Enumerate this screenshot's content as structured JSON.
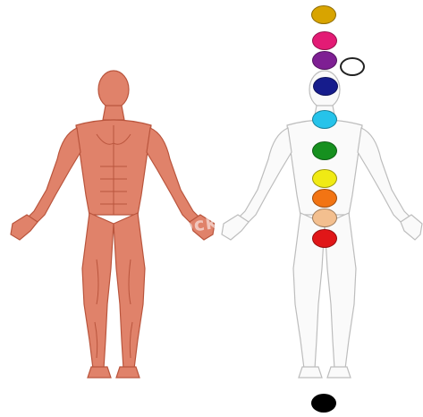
{
  "watermark": {
    "text": "iStockphoto"
  },
  "colors": {
    "muscle_fill": "#e0826a",
    "muscle_stroke": "#b9553d",
    "outline_stroke": "#bdbdbd",
    "outline_fill": "#fafafa"
  },
  "chakra_points": [
    {
      "name": "gold-point",
      "color": "#d8a400"
    },
    {
      "name": "magenta-point",
      "color": "#e31b75"
    },
    {
      "name": "purple-point",
      "color": "#7e1f93"
    },
    {
      "name": "white-point",
      "color": "#ffffff"
    },
    {
      "name": "navy-point",
      "color": "#161c8c"
    },
    {
      "name": "cyan-point",
      "color": "#26c3ea"
    },
    {
      "name": "green-point",
      "color": "#16901f"
    },
    {
      "name": "yellow-point",
      "color": "#f0ea14"
    },
    {
      "name": "orange-point",
      "color": "#f27413"
    },
    {
      "name": "peach-point",
      "color": "#f3bf8f"
    },
    {
      "name": "red-point",
      "color": "#e01618"
    },
    {
      "name": "black-point",
      "color": "#000000"
    }
  ]
}
